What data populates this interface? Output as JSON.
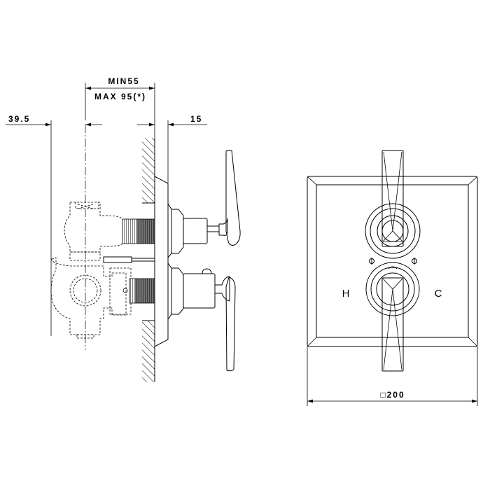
{
  "dimensions": {
    "min_depth": "MIN55",
    "max_depth": "MAX 95(*)",
    "offset_left": "39.5",
    "plate_thickness": "15",
    "plate_size": "□200"
  },
  "front_view": {
    "hot_label": "H",
    "cold_label": "C"
  }
}
